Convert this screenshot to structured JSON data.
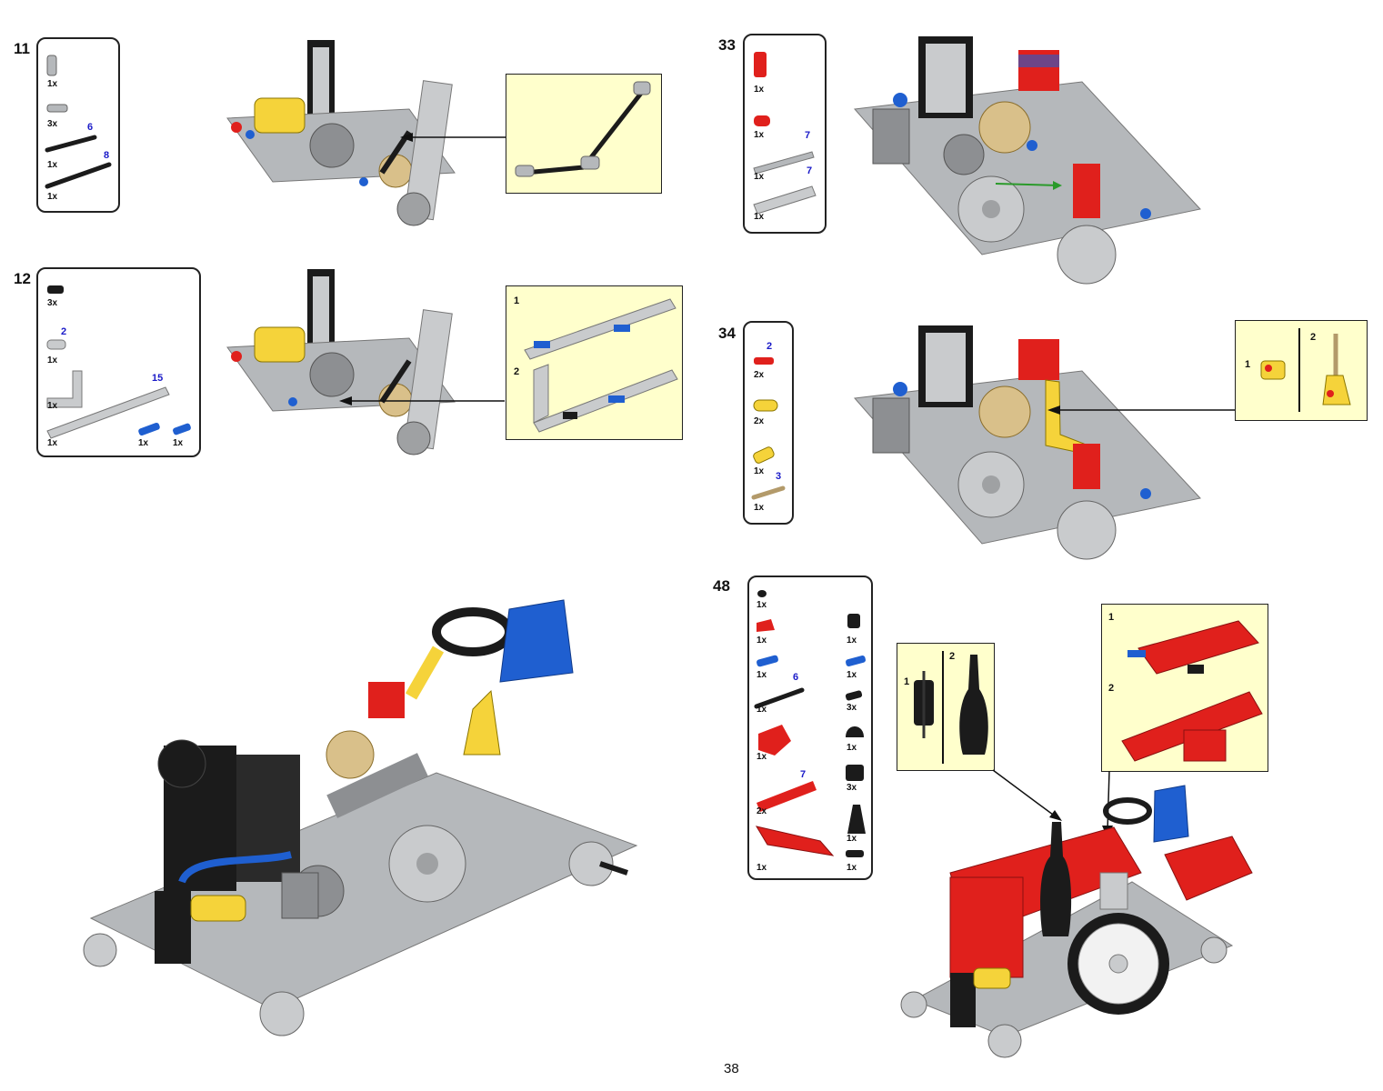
{
  "page_number": "38",
  "steps": {
    "s11": {
      "number": "11",
      "parts": [
        {
          "qty": "1x",
          "len": ""
        },
        {
          "qty": "3x",
          "len": ""
        },
        {
          "qty": "1x",
          "len": "6"
        },
        {
          "qty": "1x",
          "len": "8"
        }
      ]
    },
    "s12": {
      "number": "12",
      "parts": [
        {
          "qty": "3x",
          "len": ""
        },
        {
          "qty": "1x",
          "len": "2"
        },
        {
          "qty": "1x",
          "len": ""
        },
        {
          "qty": "1x",
          "len": "15"
        },
        {
          "qty": "1x",
          "len": ""
        },
        {
          "qty": "1x",
          "len": ""
        }
      ],
      "callout_steps": [
        "1",
        "2"
      ]
    },
    "s33": {
      "number": "33",
      "parts": [
        {
          "qty": "1x",
          "len": ""
        },
        {
          "qty": "1x",
          "len": ""
        },
        {
          "qty": "1x",
          "len": "7"
        },
        {
          "qty": "1x",
          "len": "7"
        }
      ]
    },
    "s34": {
      "number": "34",
      "parts": [
        {
          "qty": "2x",
          "len": "2"
        },
        {
          "qty": "2x",
          "len": ""
        },
        {
          "qty": "1x",
          "len": ""
        },
        {
          "qty": "1x",
          "len": "3"
        }
      ],
      "callout_steps": [
        "1",
        "2"
      ]
    },
    "s48": {
      "number": "48",
      "parts_left": [
        {
          "qty": "1x",
          "len": ""
        },
        {
          "qty": "1x",
          "len": ""
        },
        {
          "qty": "1x",
          "len": ""
        },
        {
          "qty": "1x",
          "len": "6"
        },
        {
          "qty": "1x",
          "len": ""
        },
        {
          "qty": "2x",
          "len": "7"
        },
        {
          "qty": "1x",
          "len": ""
        }
      ],
      "parts_right": [
        {
          "qty": "1x"
        },
        {
          "qty": "1x"
        },
        {
          "qty": "3x"
        },
        {
          "qty": "1x"
        },
        {
          "qty": "3x"
        },
        {
          "qty": "1x"
        },
        {
          "qty": "1x"
        }
      ],
      "callout_a_steps": [
        "1",
        "2"
      ],
      "callout_b_steps": [
        "1",
        "2"
      ]
    }
  },
  "colors": {
    "callout_bg": "#ffffcc",
    "lego_gray": "#b5b8bb",
    "lego_red": "#e0201c",
    "lego_blue": "#1f5fd0",
    "lego_yellow": "#f5d33a",
    "lego_black": "#1b1b1b",
    "lego_tan": "#d9c08a",
    "length_label": "#1a1ac8"
  }
}
